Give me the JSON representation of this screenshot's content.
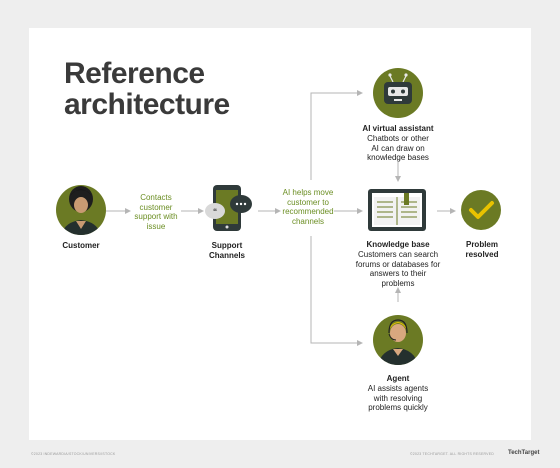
{
  "title": "Reference architecture",
  "nodes": {
    "customer": {
      "name": "Customer"
    },
    "support": {
      "name": "Support Channels"
    },
    "ai_assistant": {
      "name": "AI virtual assistant",
      "desc": "Chatbots or other AI can draw on knowledge bases"
    },
    "knowledge": {
      "name": "Knowledge base",
      "desc": "Customers can search forums or databases for answers to their problems"
    },
    "resolved": {
      "name": "Problem resolved"
    },
    "agent": {
      "name": "Agent",
      "desc": "AI assists agents with resolving problems quickly"
    }
  },
  "edges": {
    "contacts": "Contacts customer support with issue",
    "ai_helps": "AI helps move customer to recommended channels"
  },
  "colors": {
    "olive": "#6b7a24",
    "green_text": "#6b8e23",
    "dark": "#2f3a3a",
    "arrow": "#b5b5b5"
  },
  "footer": {
    "left": "©2023 INDEWARDIA/STOCK/UNIVERS/ISTOCK",
    "right": "©2023 TECHTARGET. ALL RIGHTS RESERVED",
    "brand": "TechTarget"
  }
}
